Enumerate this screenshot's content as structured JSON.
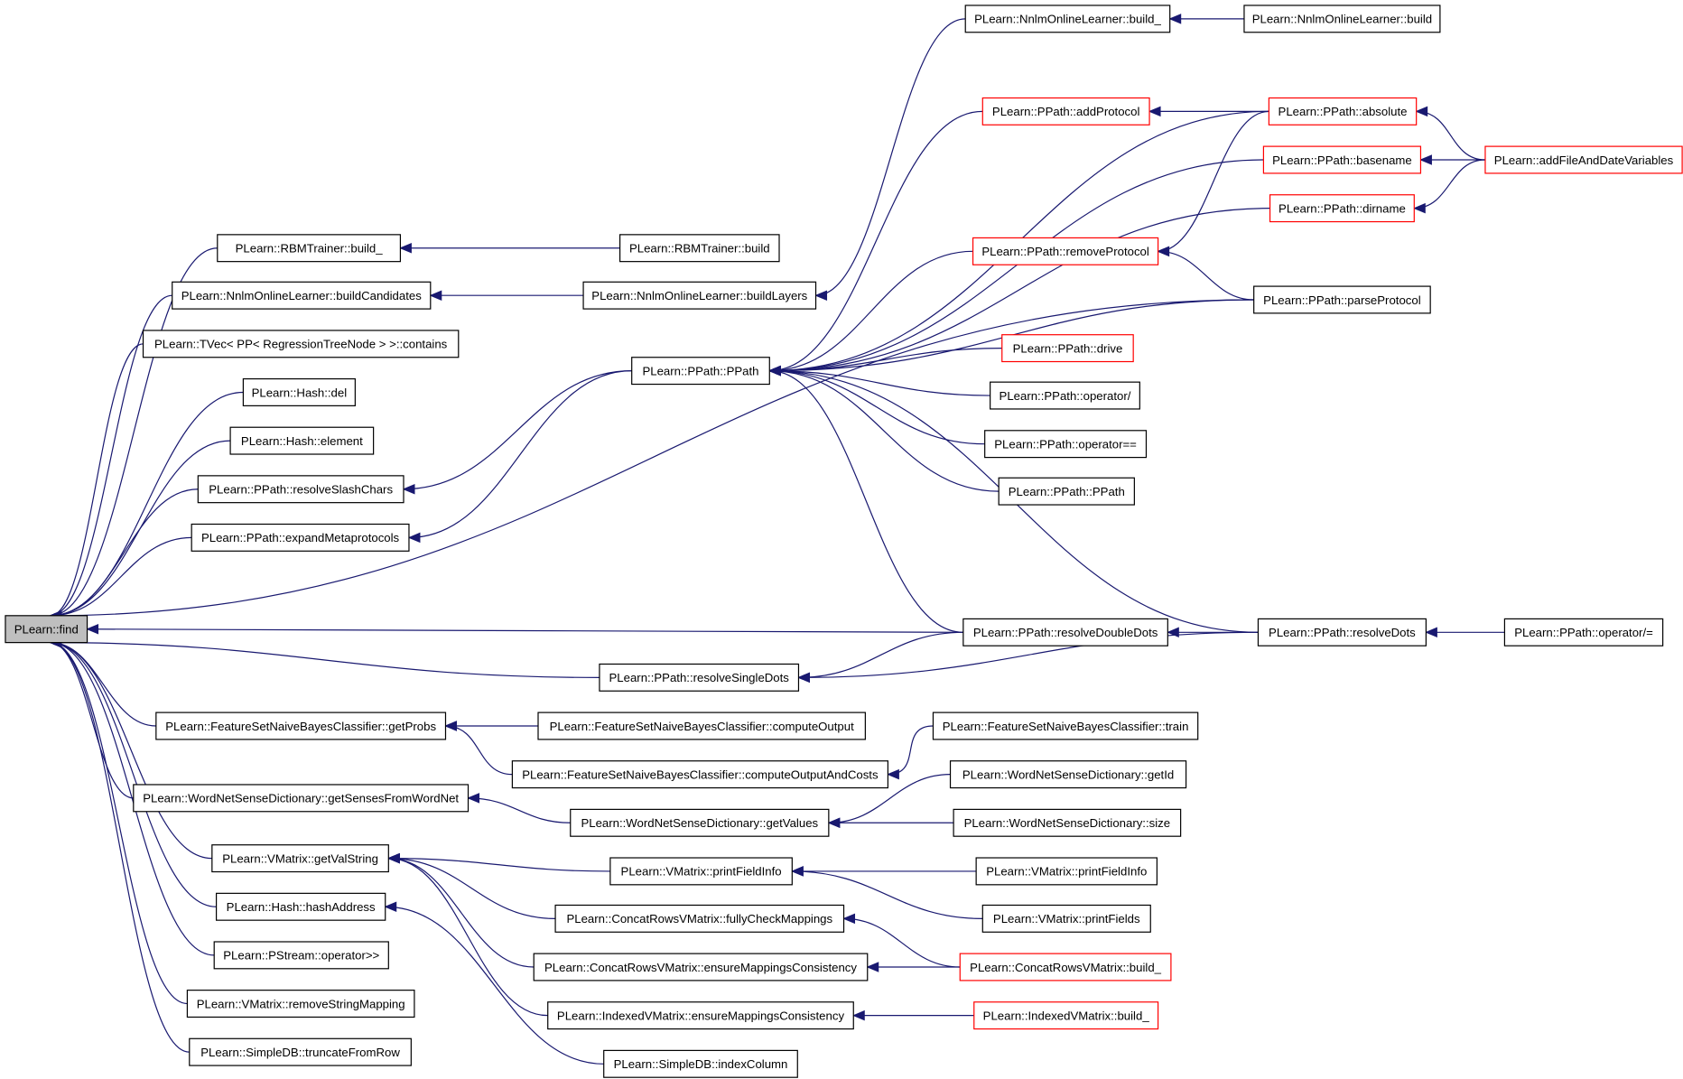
{
  "graph": {
    "root": "PLearn::find",
    "colors": {
      "edge": "#191970",
      "red_border": "#ff0000",
      "root_fill": "#bfbfbf"
    },
    "nodes": {
      "find": {
        "label": "PLearn::find",
        "style": "root"
      },
      "rbm_build_": {
        "label": "PLearn::RBMTrainer::build_"
      },
      "rbm_build": {
        "label": "PLearn::RBMTrainer::build"
      },
      "nnlm_buildCandidates": {
        "label": "PLearn::NnlmOnlineLearner::buildCandidates"
      },
      "nnlm_buildLayers": {
        "label": "PLearn::NnlmOnlineLearner::buildLayers"
      },
      "nnlm_build_": {
        "label": "PLearn::NnlmOnlineLearner::build_"
      },
      "nnlm_build": {
        "label": "PLearn::NnlmOnlineLearner::build"
      },
      "tvec_contains": {
        "label": "PLearn::TVec< PP< RegressionTreeNode > >::contains"
      },
      "hash_del": {
        "label": "PLearn::Hash::del"
      },
      "hash_element": {
        "label": "PLearn::Hash::element"
      },
      "ppath_resolveSlashChars": {
        "label": "PLearn::PPath::resolveSlashChars"
      },
      "ppath_expandMetaprotocols": {
        "label": "PLearn::PPath::expandMetaprotocols"
      },
      "ppath_PPath": {
        "label": "PLearn::PPath::PPath"
      },
      "ppath_addProtocol": {
        "label": "PLearn::PPath::addProtocol",
        "style": "red"
      },
      "ppath_absolute": {
        "label": "PLearn::PPath::absolute",
        "style": "red"
      },
      "addFileAndDateVariables": {
        "label": "PLearn::addFileAndDateVariables",
        "style": "red"
      },
      "ppath_basename": {
        "label": "PLearn::PPath::basename",
        "style": "red"
      },
      "ppath_dirname": {
        "label": "PLearn::PPath::dirname",
        "style": "red"
      },
      "ppath_removeProtocol": {
        "label": "PLearn::PPath::removeProtocol",
        "style": "red"
      },
      "ppath_parseProtocol": {
        "label": "PLearn::PPath::parseProtocol"
      },
      "ppath_drive": {
        "label": "PLearn::PPath::drive",
        "style": "red"
      },
      "ppath_opslash": {
        "label": "PLearn::PPath::operator/"
      },
      "ppath_opeq": {
        "label": "PLearn::PPath::operator=="
      },
      "ppath_PPath2": {
        "label": "PLearn::PPath::PPath"
      },
      "ppath_resolveDoubleDots": {
        "label": "PLearn::PPath::resolveDoubleDots"
      },
      "ppath_resolveDots": {
        "label": "PLearn::PPath::resolveDots"
      },
      "ppath_opslasheq": {
        "label": "PLearn::PPath::operator/="
      },
      "ppath_resolveSingleDots": {
        "label": "PLearn::PPath::resolveSingleDots"
      },
      "fsnb_getProbs": {
        "label": "PLearn::FeatureSetNaiveBayesClassifier::getProbs"
      },
      "fsnb_computeOutput": {
        "label": "PLearn::FeatureSetNaiveBayesClassifier::computeOutput"
      },
      "fsnb_train": {
        "label": "PLearn::FeatureSetNaiveBayesClassifier::train"
      },
      "fsnb_computeOutputAndCosts": {
        "label": "PLearn::FeatureSetNaiveBayesClassifier::computeOutputAndCosts"
      },
      "wnsd_getSensesFromWordNet": {
        "label": "PLearn::WordNetSenseDictionary::getSensesFromWordNet"
      },
      "wnsd_getValues": {
        "label": "PLearn::WordNetSenseDictionary::getValues"
      },
      "wnsd_getId": {
        "label": "PLearn::WordNetSenseDictionary::getId"
      },
      "wnsd_size": {
        "label": "PLearn::WordNetSenseDictionary::size"
      },
      "vm_getValString": {
        "label": "PLearn::VMatrix::getValString"
      },
      "vm_printFieldInfo": {
        "label": "PLearn::VMatrix::printFieldInfo"
      },
      "vm_printFieldInfo2": {
        "label": "PLearn::VMatrix::printFieldInfo"
      },
      "vm_printFields": {
        "label": "PLearn::VMatrix::printFields"
      },
      "crvm_fullyCheckMappings": {
        "label": "PLearn::ConcatRowsVMatrix::fullyCheckMappings"
      },
      "crvm_ensureMappingsConsistency": {
        "label": "PLearn::ConcatRowsVMatrix::ensureMappingsConsistency"
      },
      "crvm_build_": {
        "label": "PLearn::ConcatRowsVMatrix::build_",
        "style": "red"
      },
      "ivm_ensureMappingsConsistency": {
        "label": "PLearn::IndexedVMatrix::ensureMappingsConsistency"
      },
      "ivm_build_": {
        "label": "PLearn::IndexedVMatrix::build_",
        "style": "red"
      },
      "hash_hashAddress": {
        "label": "PLearn::Hash::hashAddress"
      },
      "sdb_indexColumn": {
        "label": "PLearn::SimpleDB::indexColumn"
      },
      "pstream_opin": {
        "label": "PLearn::PStream::operator>>"
      },
      "vm_removeStringMapping": {
        "label": "PLearn::VMatrix::removeStringMapping"
      },
      "sdb_truncateFromRow": {
        "label": "PLearn::SimpleDB::truncateFromRow"
      }
    },
    "edges": [
      [
        "rbm_build_",
        "find"
      ],
      [
        "nnlm_buildCandidates",
        "find"
      ],
      [
        "tvec_contains",
        "find"
      ],
      [
        "hash_del",
        "find"
      ],
      [
        "hash_element",
        "find"
      ],
      [
        "ppath_resolveSlashChars",
        "find"
      ],
      [
        "ppath_expandMetaprotocols",
        "find"
      ],
      [
        "ppath_parseProtocol",
        "find"
      ],
      [
        "ppath_resolveDoubleDots",
        "find"
      ],
      [
        "ppath_resolveSingleDots",
        "find"
      ],
      [
        "fsnb_getProbs",
        "find"
      ],
      [
        "wnsd_getSensesFromWordNet",
        "find"
      ],
      [
        "vm_getValString",
        "find"
      ],
      [
        "hash_hashAddress",
        "find"
      ],
      [
        "pstream_opin",
        "find"
      ],
      [
        "vm_removeStringMapping",
        "find"
      ],
      [
        "sdb_truncateFromRow",
        "find"
      ],
      [
        "rbm_build",
        "rbm_build_"
      ],
      [
        "nnlm_buildLayers",
        "nnlm_buildCandidates"
      ],
      [
        "nnlm_build_",
        "nnlm_buildLayers"
      ],
      [
        "nnlm_build",
        "nnlm_build_"
      ],
      [
        "ppath_PPath",
        "ppath_resolveSlashChars"
      ],
      [
        "ppath_PPath",
        "ppath_expandMetaprotocols"
      ],
      [
        "ppath_absolute",
        "ppath_PPath"
      ],
      [
        "ppath_addProtocol",
        "ppath_PPath"
      ],
      [
        "ppath_basename",
        "ppath_PPath"
      ],
      [
        "ppath_dirname",
        "ppath_PPath"
      ],
      [
        "ppath_removeProtocol",
        "ppath_PPath"
      ],
      [
        "ppath_parseProtocol",
        "ppath_PPath"
      ],
      [
        "ppath_drive",
        "ppath_PPath"
      ],
      [
        "ppath_opslash",
        "ppath_PPath"
      ],
      [
        "ppath_opeq",
        "ppath_PPath"
      ],
      [
        "ppath_PPath2",
        "ppath_PPath"
      ],
      [
        "ppath_resolveDoubleDots",
        "ppath_PPath"
      ],
      [
        "ppath_resolveDots",
        "ppath_PPath"
      ],
      [
        "ppath_absolute",
        "ppath_addProtocol"
      ],
      [
        "addFileAndDateVariables",
        "ppath_absolute"
      ],
      [
        "addFileAndDateVariables",
        "ppath_basename"
      ],
      [
        "addFileAndDateVariables",
        "ppath_dirname"
      ],
      [
        "ppath_absolute",
        "ppath_removeProtocol"
      ],
      [
        "ppath_parseProtocol",
        "ppath_removeProtocol"
      ],
      [
        "ppath_resolveDots",
        "ppath_resolveDoubleDots"
      ],
      [
        "ppath_resolveDoubleDots",
        "ppath_resolveSingleDots"
      ],
      [
        "ppath_resolveDots",
        "ppath_resolveSingleDots"
      ],
      [
        "ppath_opslasheq",
        "ppath_resolveDots"
      ],
      [
        "fsnb_computeOutput",
        "fsnb_getProbs"
      ],
      [
        "fsnb_computeOutputAndCosts",
        "fsnb_getProbs"
      ],
      [
        "fsnb_train",
        "fsnb_computeOutputAndCosts"
      ],
      [
        "wnsd_getValues",
        "wnsd_getSensesFromWordNet"
      ],
      [
        "wnsd_getId",
        "wnsd_getValues"
      ],
      [
        "wnsd_size",
        "wnsd_getValues"
      ],
      [
        "vm_printFieldInfo",
        "vm_getValString"
      ],
      [
        "crvm_fullyCheckMappings",
        "vm_getValString"
      ],
      [
        "crvm_ensureMappingsConsistency",
        "vm_getValString"
      ],
      [
        "ivm_ensureMappingsConsistency",
        "vm_getValString"
      ],
      [
        "vm_printFieldInfo2",
        "vm_printFieldInfo"
      ],
      [
        "vm_printFields",
        "vm_printFieldInfo"
      ],
      [
        "crvm_build_",
        "crvm_fullyCheckMappings"
      ],
      [
        "crvm_build_",
        "crvm_ensureMappingsConsistency"
      ],
      [
        "ivm_build_",
        "ivm_ensureMappingsConsistency"
      ],
      [
        "sdb_indexColumn",
        "hash_hashAddress"
      ]
    ]
  }
}
